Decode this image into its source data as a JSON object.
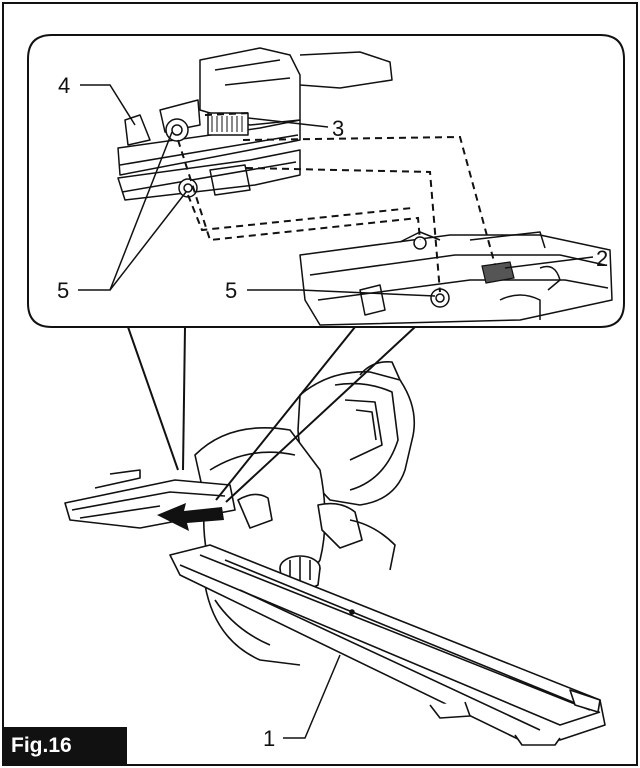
{
  "figure": {
    "label": "Fig.16",
    "callouts": [
      {
        "id": "1",
        "text": "1"
      },
      {
        "id": "2",
        "text": "2"
      },
      {
        "id": "3",
        "text": "3"
      },
      {
        "id": "4",
        "text": "4"
      },
      {
        "id": "5a",
        "text": "5"
      },
      {
        "id": "5b",
        "text": "5"
      }
    ]
  },
  "colors": {
    "line": "#111111",
    "background": "#ffffff",
    "label_tab": "#111111",
    "highlight_part": "#555555"
  }
}
